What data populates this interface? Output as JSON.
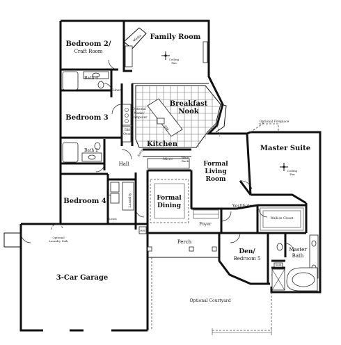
{
  "rooms": {
    "family_room": "Family Room",
    "bedroom2": "Bedroom 2/",
    "bedroom2_sub": "Craft Room",
    "bath3": "Bath 3",
    "bedroom3": "Bedroom 3",
    "bath2": "Bath 2",
    "bedroom4": "Bedroom 4",
    "breakfast_nook_1": "Breakfast",
    "breakfast_nook_2": "Nook",
    "kitchen": "Kitchen",
    "hall": "Hall",
    "formal_living_1": "Formal",
    "formal_living_2": "Living",
    "formal_living_3": "Room",
    "master_suite": "Master Suite",
    "formal_dining_1": "Formal",
    "formal_dining_2": "Dining",
    "laundry": "Laundry",
    "foyer": "Foyer",
    "vestibule": "Vestibule",
    "walk_in_closet": "Walk-in Closet",
    "den": "Den/",
    "den_sub": "Bedroom 5",
    "master_bath_1": "Master",
    "master_bath_2": "Bath",
    "perch": "Perch",
    "garage": "3-Car Garage",
    "courtyard": "Optional Courtyard"
  },
  "notes": {
    "media": "Media",
    "ceiling_fan_1": "Ceiling",
    "ceiling_fan_2": "Fan",
    "optional_nook_1": "Optional",
    "optional_nook_2": "Nook /",
    "optional_nook_3": "Computer",
    "linen": "Linen",
    "dw": "DW",
    "pantry_1": "Dbl",
    "pantry_2": "Oven",
    "refrig": "Refrig",
    "micro": "Micro",
    "wine_1": "Wine",
    "wine_2": "Rack",
    "optional_fireplace": "Optional Fireplace",
    "optional_laundry_1": "Optional",
    "optional_laundry_2": "Laundry Sink",
    "linen2": "Linen",
    "seat": "Seat",
    "wh": "WH"
  }
}
